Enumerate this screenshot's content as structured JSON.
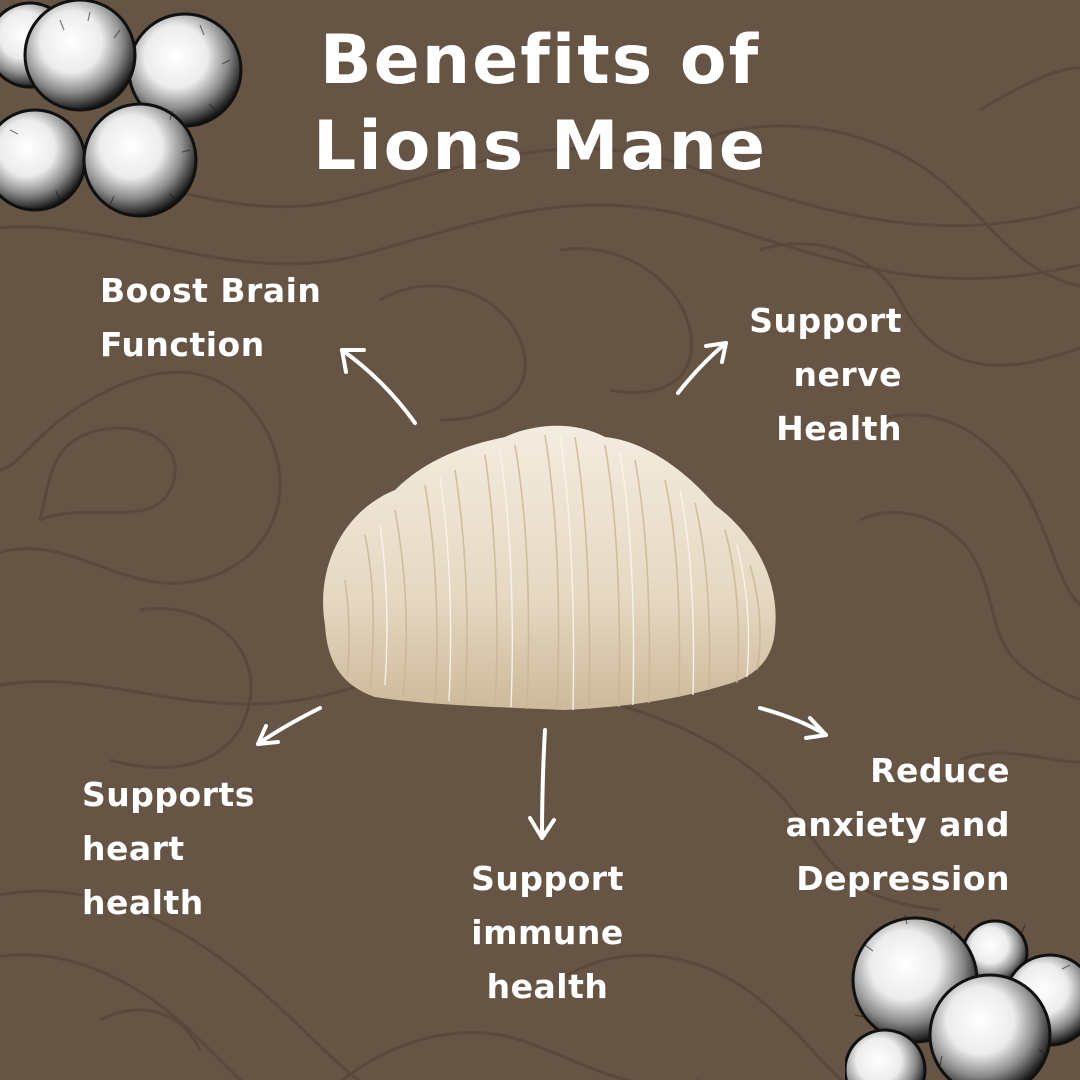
{
  "title": {
    "line1": "Benefits of",
    "line2": "Lions Mane"
  },
  "benefits": {
    "brain": {
      "line1": "Boost Brain",
      "line2": "Function"
    },
    "nerve": {
      "line1": "Support",
      "line2": "nerve",
      "line3": "Health"
    },
    "heart": {
      "line1": "Supports",
      "line2": "heart",
      "line3": "health"
    },
    "immune": {
      "line1": "Support",
      "line2": "immune",
      "line3": "health"
    },
    "anxiety": {
      "line1": "Reduce",
      "line2": "anxiety and",
      "line3": "Depression"
    }
  },
  "colors": {
    "background": "#665445",
    "text": "#ffffff",
    "mushroom": "#efe5d4"
  }
}
